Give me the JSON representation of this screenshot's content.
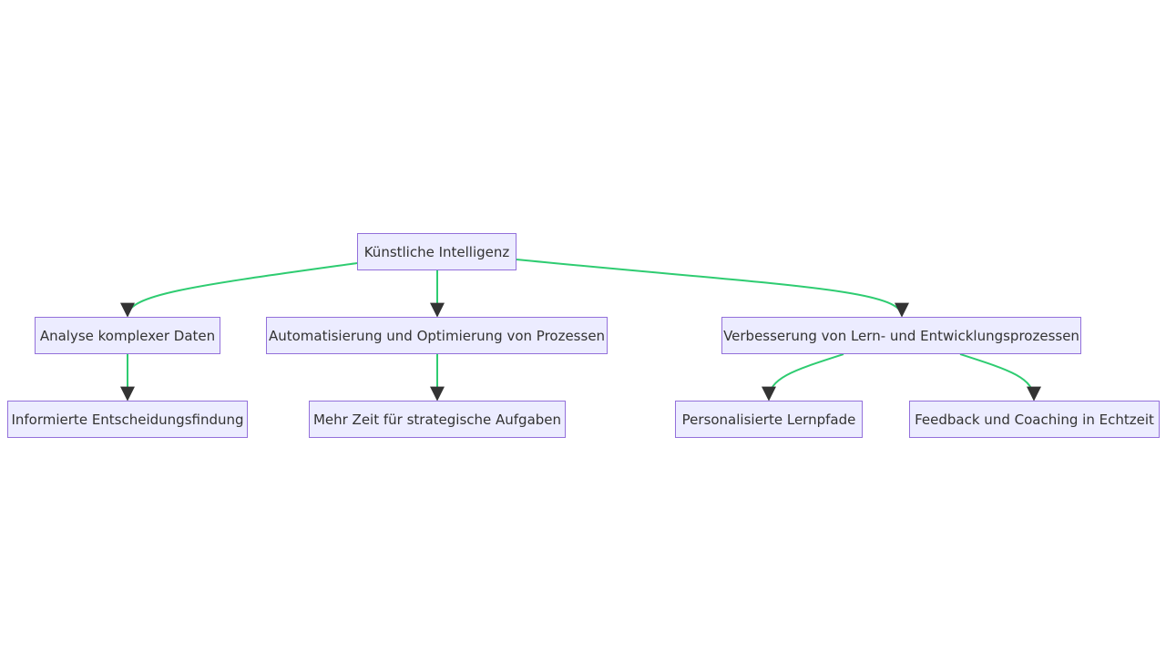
{
  "diagram": {
    "type": "flowchart-top-down",
    "colors": {
      "node_fill": "#ececff",
      "node_border": "#9370db",
      "edge": "#2ecc71",
      "arrowhead": "#333333",
      "text": "#333333"
    },
    "nodes": {
      "root": "Künstliche Intelligenz",
      "analyse": "Analyse komplexer Daten",
      "automation": "Automatisierung und Optimierung von Prozessen",
      "learning": "Verbesserung von Lern- und Entwicklungsprozessen",
      "decisions": "Informierte Entscheidungsfindung",
      "time": "Mehr Zeit für strategische Aufgaben",
      "paths": "Personalisierte Lernpfade",
      "feedback": "Feedback und Coaching in Echtzeit"
    },
    "edges": [
      {
        "from": "root",
        "to": "analyse"
      },
      {
        "from": "root",
        "to": "automation"
      },
      {
        "from": "root",
        "to": "learning"
      },
      {
        "from": "analyse",
        "to": "decisions"
      },
      {
        "from": "automation",
        "to": "time"
      },
      {
        "from": "learning",
        "to": "paths"
      },
      {
        "from": "learning",
        "to": "feedback"
      }
    ]
  }
}
